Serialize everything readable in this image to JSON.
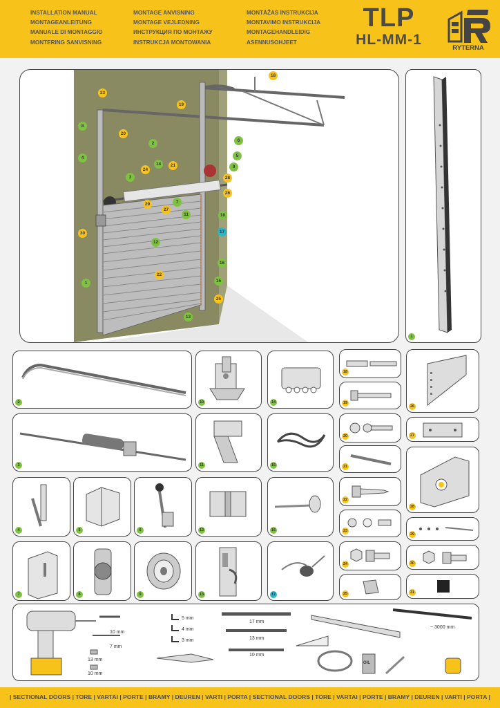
{
  "header": {
    "col1": [
      "INSTALLATION MANUAL",
      "MONTAGEANLEITUNG",
      "MANUALE DI MONTAGGIO",
      "MONTERING SANVISNING"
    ],
    "col2": [
      "MONTAGE ANVISNING",
      "MONTAGE VEJLEDNING",
      "ИНСТРУКЦИЯ ПО МОНТАЖУ",
      "INSTRUKCJA MONTOWANIA"
    ],
    "col3": [
      "MONTĀŽAS INSTRUKCIJA",
      "MONTAVIMO INSTRUKCIJA",
      "MONTAGEHANDLEIDIG",
      "ASENNUSOHJEET"
    ],
    "model_line1": "TLP",
    "model_line2": "HL-MM-1",
    "brand": "RYTERNA"
  },
  "main_labels": [
    {
      "n": "23",
      "c": "y"
    },
    {
      "n": "19",
      "c": "y"
    },
    {
      "n": "18",
      "c": "y"
    },
    {
      "n": "8",
      "c": "g"
    },
    {
      "n": "20",
      "c": "y"
    },
    {
      "n": "2",
      "c": "g"
    },
    {
      "n": "6",
      "c": "g"
    },
    {
      "n": "4",
      "c": "g"
    },
    {
      "n": "5",
      "c": "g"
    },
    {
      "n": "24",
      "c": "y"
    },
    {
      "n": "14",
      "c": "g"
    },
    {
      "n": "21",
      "c": "y"
    },
    {
      "n": "9",
      "c": "g"
    },
    {
      "n": "3",
      "c": "g"
    },
    {
      "n": "28",
      "c": "y"
    },
    {
      "n": "26",
      "c": "y"
    },
    {
      "n": "29",
      "c": "y"
    },
    {
      "n": "27",
      "c": "y"
    },
    {
      "n": "7",
      "c": "g"
    },
    {
      "n": "11",
      "c": "g"
    },
    {
      "n": "10",
      "c": "g"
    },
    {
      "n": "30",
      "c": "y"
    },
    {
      "n": "17",
      "c": "b"
    },
    {
      "n": "12",
      "c": "g"
    },
    {
      "n": "16",
      "c": "g"
    },
    {
      "n": "22",
      "c": "y"
    },
    {
      "n": "1",
      "c": "g"
    },
    {
      "n": "15",
      "c": "g"
    },
    {
      "n": "25",
      "c": "y"
    },
    {
      "n": "13",
      "c": "g"
    }
  ],
  "parts": [
    {
      "n": "1",
      "c": "g"
    },
    {
      "n": "2",
      "c": "g"
    },
    {
      "n": "3",
      "c": "g"
    },
    {
      "n": "4",
      "c": "g"
    },
    {
      "n": "5",
      "c": "g"
    },
    {
      "n": "6",
      "c": "g"
    },
    {
      "n": "7",
      "c": "g"
    },
    {
      "n": "8",
      "c": "g"
    },
    {
      "n": "9",
      "c": "g"
    },
    {
      "n": "10",
      "c": "g"
    },
    {
      "n": "11",
      "c": "g"
    },
    {
      "n": "12",
      "c": "g"
    },
    {
      "n": "13",
      "c": "g"
    },
    {
      "n": "14",
      "c": "g"
    },
    {
      "n": "15",
      "c": "g"
    },
    {
      "n": "16",
      "c": "g"
    },
    {
      "n": "17",
      "c": "b"
    },
    {
      "n": "18",
      "c": "y"
    },
    {
      "n": "19",
      "c": "y"
    },
    {
      "n": "20",
      "c": "y"
    },
    {
      "n": "21",
      "c": "y"
    },
    {
      "n": "22",
      "c": "y"
    },
    {
      "n": "23",
      "c": "y"
    },
    {
      "n": "24",
      "c": "y"
    },
    {
      "n": "25",
      "c": "y"
    },
    {
      "n": "26",
      "c": "y"
    },
    {
      "n": "27",
      "c": "y"
    },
    {
      "n": "28",
      "c": "y"
    },
    {
      "n": "29",
      "c": "y"
    },
    {
      "n": "30",
      "c": "y"
    },
    {
      "n": "31",
      "c": "y"
    }
  ],
  "tools": {
    "drill_bits": [
      "10 mm",
      "7 mm"
    ],
    "sockets": [
      "13 mm",
      "10 mm"
    ],
    "hex_keys": [
      "5 mm",
      "4 mm",
      "3 mm"
    ],
    "wrenches": [
      "17 mm",
      "13 mm",
      "10 mm"
    ],
    "saw_length": "~ 3000 mm",
    "oil_label": "OIL"
  },
  "footer": "| SECTIONAL DOORS | TORE | VARTAI | PORTE | BRAMY | DEUREN | VARTI | PORTA | SECTIONAL DOORS | TORE | VARTAI | PORTE | BRAMY | DEUREN | VARTI | PORTA |",
  "colors": {
    "accent": "#f7c31a",
    "green": "#7fc241",
    "blue": "#2bb5c9",
    "wall": "#8a8a62"
  }
}
